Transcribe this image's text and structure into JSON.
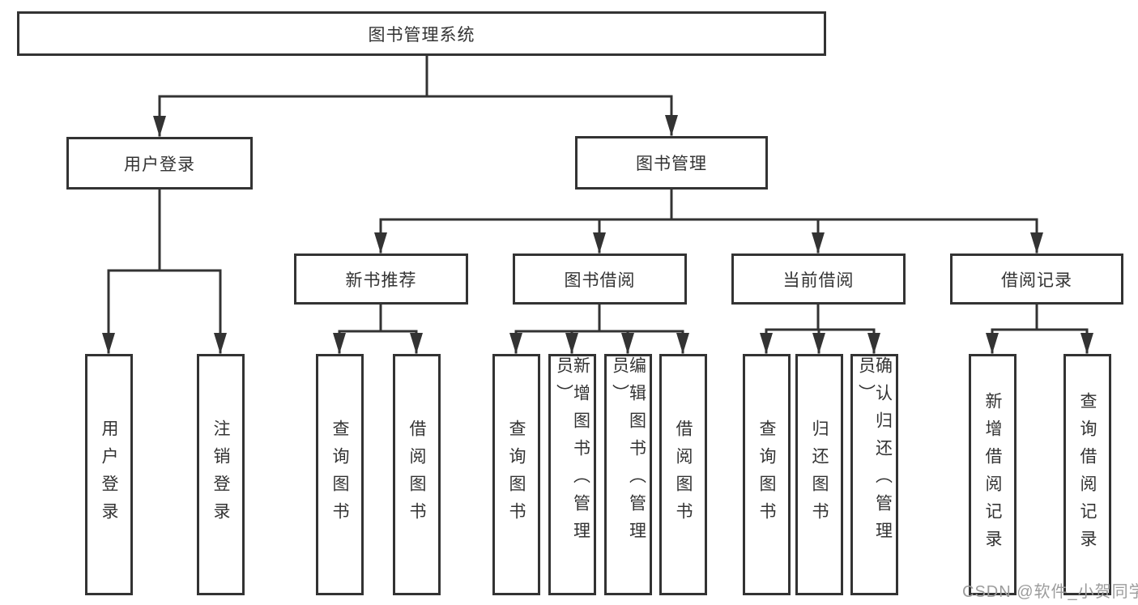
{
  "nodes": {
    "root": {
      "label": "图书管理系统"
    },
    "userLogin": {
      "label": "用户登录"
    },
    "bookMgmt": {
      "label": "图书管理"
    },
    "newBookRec": {
      "label": "新书推荐"
    },
    "bookBorrow": {
      "label": "图书借阅"
    },
    "currentBorrow": {
      "label": "当前借阅"
    },
    "borrowRecords": {
      "label": "借阅记录"
    },
    "leafUserLogin": {
      "label": "用户登录"
    },
    "leafLogout": {
      "label": "注销登录"
    },
    "leafQueryBooks1": {
      "label": "查询图书"
    },
    "leafBorrowBooks1": {
      "label": "借阅图书"
    },
    "leafQueryBooks2": {
      "label": "查询图书"
    },
    "leafAddBook": {
      "label": "新增图书（管理员）"
    },
    "leafEditBook": {
      "label": "编辑图书（管理员）"
    },
    "leafBorrowBooks2": {
      "label": "借阅图书"
    },
    "leafQueryBooks3": {
      "label": "查询图书"
    },
    "leafReturnBook": {
      "label": "归还图书"
    },
    "leafConfirmReturn": {
      "label": "确认归还（管理员）"
    },
    "leafAddRecord": {
      "label": "新增借阅记录"
    },
    "leafQueryRecord": {
      "label": "查询借阅记录"
    }
  },
  "watermark": {
    "text": "CSDN @软件_小贺同学"
  },
  "colors": {
    "line": "#333333",
    "text": "#333333",
    "background": "#ffffff",
    "watermark": "#9c9c9c"
  }
}
